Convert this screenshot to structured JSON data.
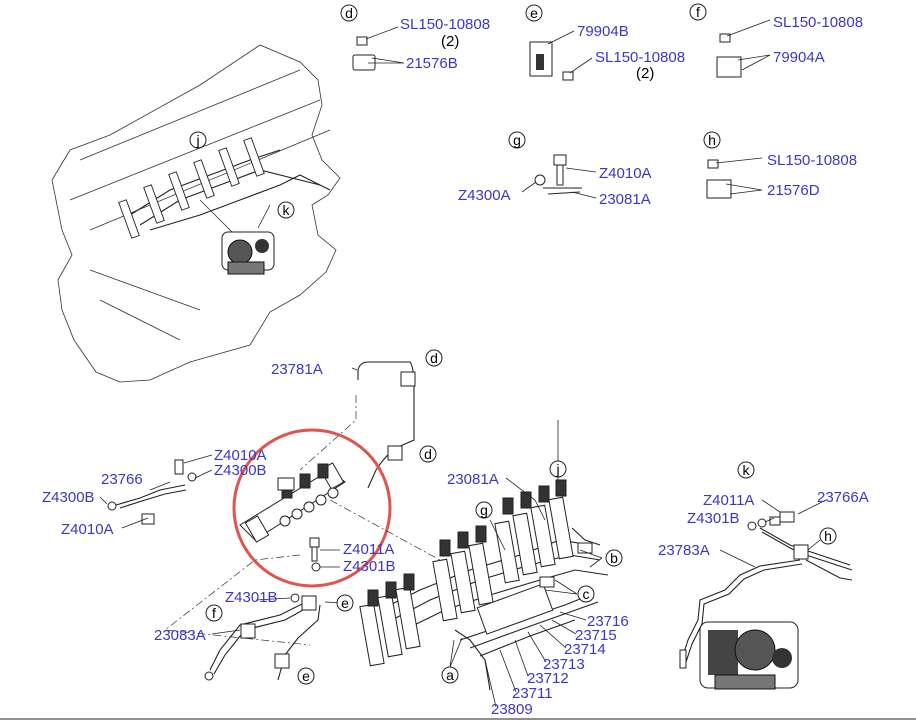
{
  "callouts": {
    "d_top": "d",
    "e_top": "e",
    "f_top": "f",
    "g_top": "g",
    "h_top": "h",
    "j_engine": "j",
    "k_engine": "k",
    "d_upper": "d",
    "d_lower": "d",
    "j_main": "j",
    "g_main": "g",
    "b_main": "b",
    "c_main": "c",
    "e_main1": "e",
    "f_main": "f",
    "e_main2": "e",
    "a_main": "a",
    "k_detail": "k",
    "h_detail": "h"
  },
  "detail_d": {
    "nut": "SL150-10808",
    "nut_qty": "(2)",
    "clamp": "21576B"
  },
  "detail_e": {
    "bracket": "79904B",
    "nut": "SL150-10808",
    "nut_qty": "(2)"
  },
  "detail_f": {
    "nut": "SL150-10808",
    "bracket": "79904A"
  },
  "detail_g": {
    "bolt": "Z4010A",
    "washer": "Z4300A",
    "clamp": "23081A"
  },
  "detail_h": {
    "nut": "SL150-10808",
    "clamp": "21576D"
  },
  "main_labels": {
    "pipe_23781A": "23781A",
    "z4010a_1": "Z4010A",
    "z4300b_1": "Z4300B",
    "pipe_23766": "23766",
    "z4300b_2": "Z4300B",
    "z4010a_2": "Z4010A",
    "z4011a": "Z4011A",
    "z4301b_1": "Z4301B",
    "z4301b_2": "Z4301B",
    "pipe_23083A": "23083A",
    "clamp_23081A": "23081A",
    "p23716": "23716",
    "p23715": "23715",
    "p23714": "23714",
    "p23713": "23713",
    "p23712": "23712",
    "p23711": "23711",
    "p23809": "23809"
  },
  "detail_k": {
    "z4011a": "Z4011A",
    "z4301b": "Z4301B",
    "pipe_23766A": "23766A",
    "pipe_23783A": "23783A"
  },
  "colors": {
    "label": "#3b36c9",
    "highlight": "#e0544c",
    "line": "#222222"
  }
}
